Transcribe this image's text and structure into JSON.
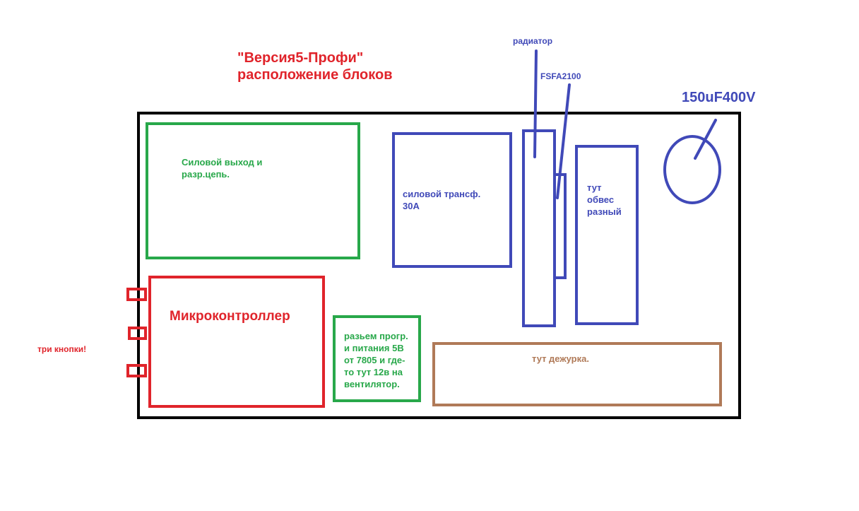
{
  "title": {
    "line1": "\"Версия5-Профи\"",
    "line2": "расположение блоков"
  },
  "labels": {
    "radiator": "радиатор",
    "chip": "FSFA2100",
    "capacitor": "150uF400V",
    "power_output": "Силовой выход и\nразр.цепь.",
    "transformer": "силовой трансф.\n30А",
    "misc_parts": "тут\nобвес\nразный",
    "microcontroller": "Микроконтроллер",
    "buttons": "три кнопки!",
    "connector": "разьем прогр.\nи питания 5В\nот 7805 и где-\nто тут 12в на\nвентилятор.",
    "standby": "тут дежурка."
  },
  "colors": {
    "red": "#e0242b",
    "green": "#28a84a",
    "blue": "#4049b8",
    "brown": "#b07a58",
    "black": "#000000"
  }
}
